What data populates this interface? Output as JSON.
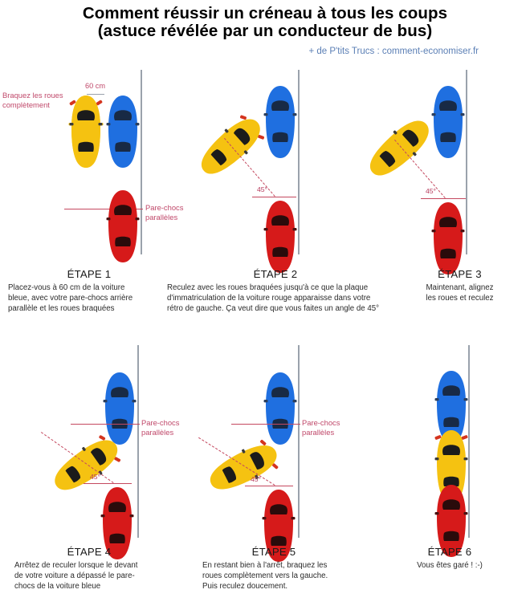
{
  "header": {
    "title_line1": "Comment réussir un créneau à tous les coups",
    "title_line2": "(astuce révélée par un conducteur de bus)",
    "subtitle": "+ de P'tits Trucs : comment-economiser.fr"
  },
  "colors": {
    "annotation": "#c0486a",
    "curb": "#9aa2ac",
    "car_yellow": "#f5c211",
    "car_blue": "#1f6fe0",
    "car_red": "#d61a1a",
    "title": "#000000",
    "subtitle": "#5b7fb5"
  },
  "steps": [
    {
      "id": "step-1",
      "title": "ÉTAPE 1",
      "body": "Placez-vous à 60 cm de la voiture\nbleue, avec votre pare-chocs arrière\nparallèle et les roues braquées",
      "annotations": {
        "turn_wheels": "Braquez les roues\ncomplètement",
        "distance": "60 cm",
        "bumpers": "Pare-chocs\nparallèles"
      }
    },
    {
      "id": "step-2",
      "title": "ÉTAPE 2",
      "body": "Reculez avec les roues braquées jusqu'à ce que la plaque\nd'immatriculation de la voiture rouge apparaisse dans votre\nrétro de gauche. Ça veut dire que vous faites un angle de 45°",
      "annotations": {
        "angle": "45°"
      }
    },
    {
      "id": "step-3",
      "title": "ÉTAPE 3",
      "body": "Maintenant, alignez\nles roues et reculez",
      "annotations": {
        "angle": "45°"
      }
    },
    {
      "id": "step-4",
      "title": "ÉTAPE 4",
      "body": "Arrêtez de reculer lorsque le devant\nde votre voiture a dépassé le pare-\nchocs de la voiture bleue",
      "annotations": {
        "angle": "45°",
        "bumpers": "Pare-chocs\nparallèles"
      }
    },
    {
      "id": "step-5",
      "title": "ÉTAPE 5",
      "body": "En restant bien à l'arrêt, braquez les\nroues complètement vers la gauche.\nPuis reculez doucement.",
      "annotations": {
        "angle": "45°",
        "bumpers": "Pare-chocs\nparallèles"
      }
    },
    {
      "id": "step-6",
      "title": "ÉTAPE 6",
      "body": "Vous êtes garé ! :-)",
      "annotations": {}
    }
  ]
}
